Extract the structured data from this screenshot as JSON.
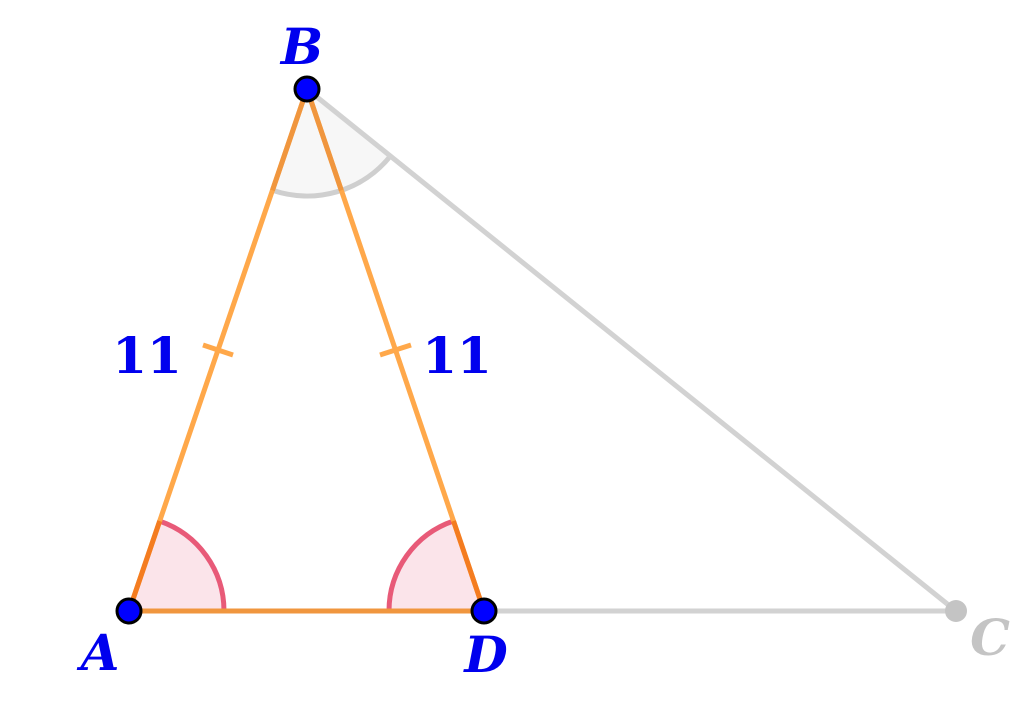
{
  "points": {
    "A": "A",
    "B": "B",
    "C": "C",
    "D": "D"
  },
  "lengths": {
    "AB": "11",
    "BD": "11"
  },
  "colors": {
    "point_fill": "#0000ff",
    "label": "#0000ee",
    "segment": "#ffa84a",
    "segment_dark": "#f47c20",
    "faded": "#cccccc",
    "angle_arc": "#e85a78",
    "angle_fill": "#fbe4ea"
  }
}
